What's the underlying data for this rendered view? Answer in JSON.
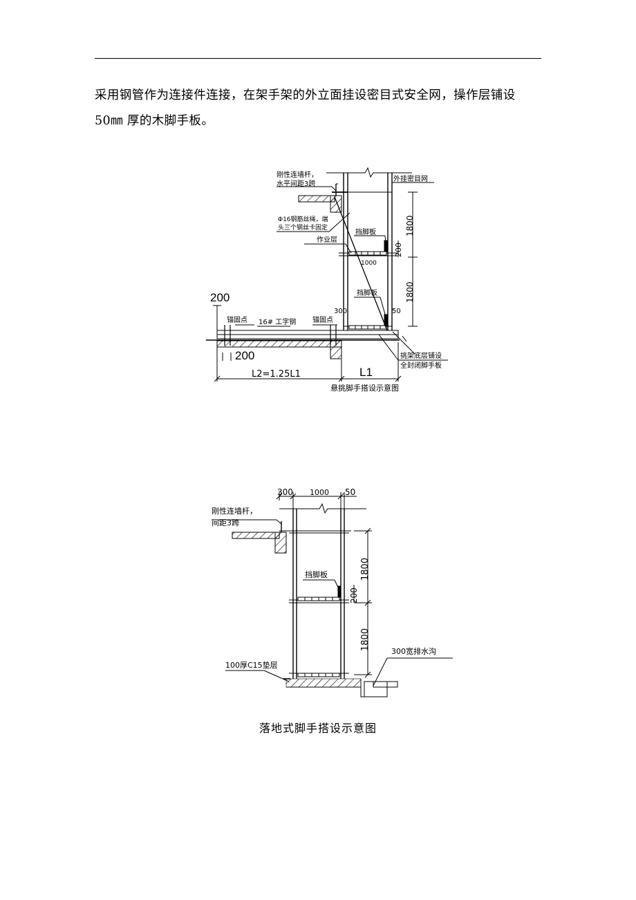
{
  "paragraph": {
    "line1": "采用钢管作为连接件连接，在架手架的外立面挂设密目式安全网，操作层铺设",
    "line2": "50㎜ 厚的木脚手板。"
  },
  "figure1": {
    "caption": "悬挑脚手搭设示意图",
    "labels": {
      "wall_tie_1": "刚性连墙杆，",
      "wall_tie_2": "水平间距3跨",
      "safety_net": "外挂密目网",
      "rope_1": "Φ16钢筋丝绳，端",
      "rope_2": "头三个钢丝卡固定",
      "toe_board_upper": "挡脚板",
      "work_layer": "作业层",
      "toe_board_lower": "挡脚板",
      "anchor_left": "锚固点",
      "steel_beam": "16# 工字钢",
      "anchor_right": "锚固点",
      "bottom_1": "挑架底层铺设",
      "bottom_2": "全封闭脚手板",
      "l2": "L2=1.25L1",
      "l1": "L1"
    },
    "dims": {
      "h_upper": "1800",
      "h_lower": "1800",
      "d200": "200",
      "d1000": "1000",
      "d300": "300",
      "d50": "50",
      "d200_top": "200",
      "d200_bottom": "200"
    }
  },
  "figure2": {
    "caption": "落地式脚手搭设示意图",
    "labels": {
      "wall_tie_1": "刚性连墙杆，",
      "wall_tie_2": "间距3跨",
      "toe_board": "挡脚板",
      "base": "100厚C15垫层",
      "drain": "300宽排水沟"
    },
    "dims": {
      "d300": "300",
      "d1000": "1000",
      "d50": "50",
      "h_upper": "1800",
      "h_lower": "1800",
      "d200": "200"
    }
  }
}
